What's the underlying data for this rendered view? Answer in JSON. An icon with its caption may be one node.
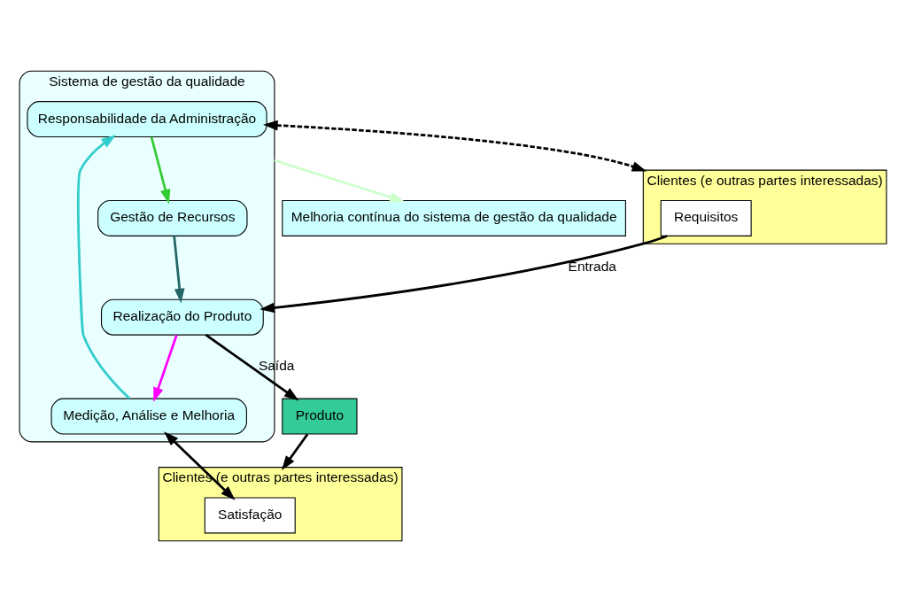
{
  "diagram": {
    "nodes": [
      {
        "text": [
          "Melhoria contínua do sistema de gestão da qualidade"
        ]
      },
      {
        "text": [
          "Clientes (e outras partes interessadas)"
        ]
      },
      {
        "text": [
          "Requisitos"
        ],
        "in": 1
      },
      {
        "text": [
          "Sistema de gestão da qualidade"
        ]
      },
      {
        "text": [
          "Responsabilidade da Administração"
        ],
        "in": 3
      },
      {
        "text": [
          "Gestão de Recursos"
        ],
        "in": 3
      },
      {
        "text": [
          "Realização do Produto"
        ],
        "in": 3
      },
      {
        "text": [
          "Medição, Análise e Melhoria"
        ],
        "in": 3
      },
      {
        "text": [
          "Produto"
        ]
      },
      {
        "text": [
          "Clientes (e outras partes interessadas)"
        ]
      },
      {
        "text": [
          "Satisfação"
        ],
        "in": 9
      }
    ],
    "edges": [
      {
        "from": 4,
        "to": 1,
        "arrow": "both",
        "style": "dashed"
      },
      {
        "from": 4,
        "to": 5,
        "arrow": "to",
        "color": "#33cc33"
      },
      {
        "from": 5,
        "to": 6,
        "arrow": "to",
        "color": "#226666"
      },
      {
        "from": 6,
        "to": 7,
        "arrow": "to",
        "color": "#ff00ff"
      },
      {
        "from": 7,
        "to": 4,
        "arrow": "to",
        "color": "#33cccc"
      },
      {
        "from": 3,
        "to": 0,
        "arrow": "to",
        "color": "#ccffcc"
      },
      {
        "from": 2,
        "to": 6,
        "arrow": "to",
        "label": "Entrada"
      },
      {
        "from": 6,
        "to": 8,
        "arrow": "to",
        "label": "Saída"
      },
      {
        "from": 8,
        "to": 9,
        "arrow": "to"
      },
      {
        "from": 7,
        "to": 10,
        "arrow": "both"
      }
    ]
  }
}
